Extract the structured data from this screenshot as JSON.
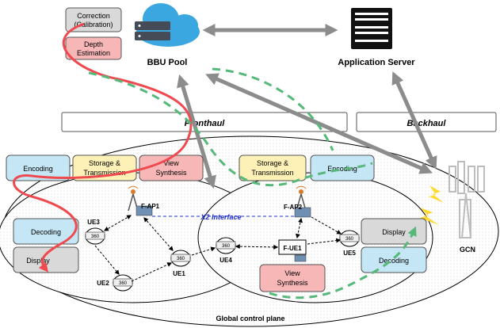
{
  "top": {
    "correction_line1": "Correction",
    "correction_line2": "(Calibration)",
    "depth_line1": "Depth",
    "depth_line2": "Estimation",
    "bbu_pool": "BBU Pool",
    "application_server": "Application Server"
  },
  "haul": {
    "fronthaul": "Fronthaul",
    "backhaul": "Backhaul"
  },
  "left_cell": {
    "encoding": "Encoding",
    "storage_line1": "Storage &",
    "storage_line2": "Transmission",
    "view_line1": "View",
    "view_line2": "Synthesis",
    "decoding": "Decoding",
    "display": "Display",
    "ap": "F-AP1",
    "ue3": "UE3",
    "ue2": "UE2",
    "ue1": "UE1"
  },
  "right_cell": {
    "storage_line1": "Storage &",
    "storage_line2": "Transmission",
    "encoding": "Encoding",
    "display": "Display",
    "decoding": "Decoding",
    "view_line1": "View",
    "view_line2": "Synthesis",
    "ap": "F-AP2",
    "fue": "F-UE1",
    "ue4": "UE4",
    "ue5": "UE5"
  },
  "x2_interface": "X2 Interface",
  "gcn": "GCN",
  "global_plane": "Global control plane",
  "ue_badge": "360",
  "colors": {
    "gray_box": "#d9d9d9",
    "pink_box": "#f7b7b7",
    "blue_box": "#c5e6f4",
    "yellow_box": "#fdf1b8",
    "red_path": "#ee4a50",
    "green_path": "#56b97a",
    "arrow_gray": "#8c8c8c",
    "x2_text": "#1f2ec8",
    "lightning": "#ffd92f"
  }
}
